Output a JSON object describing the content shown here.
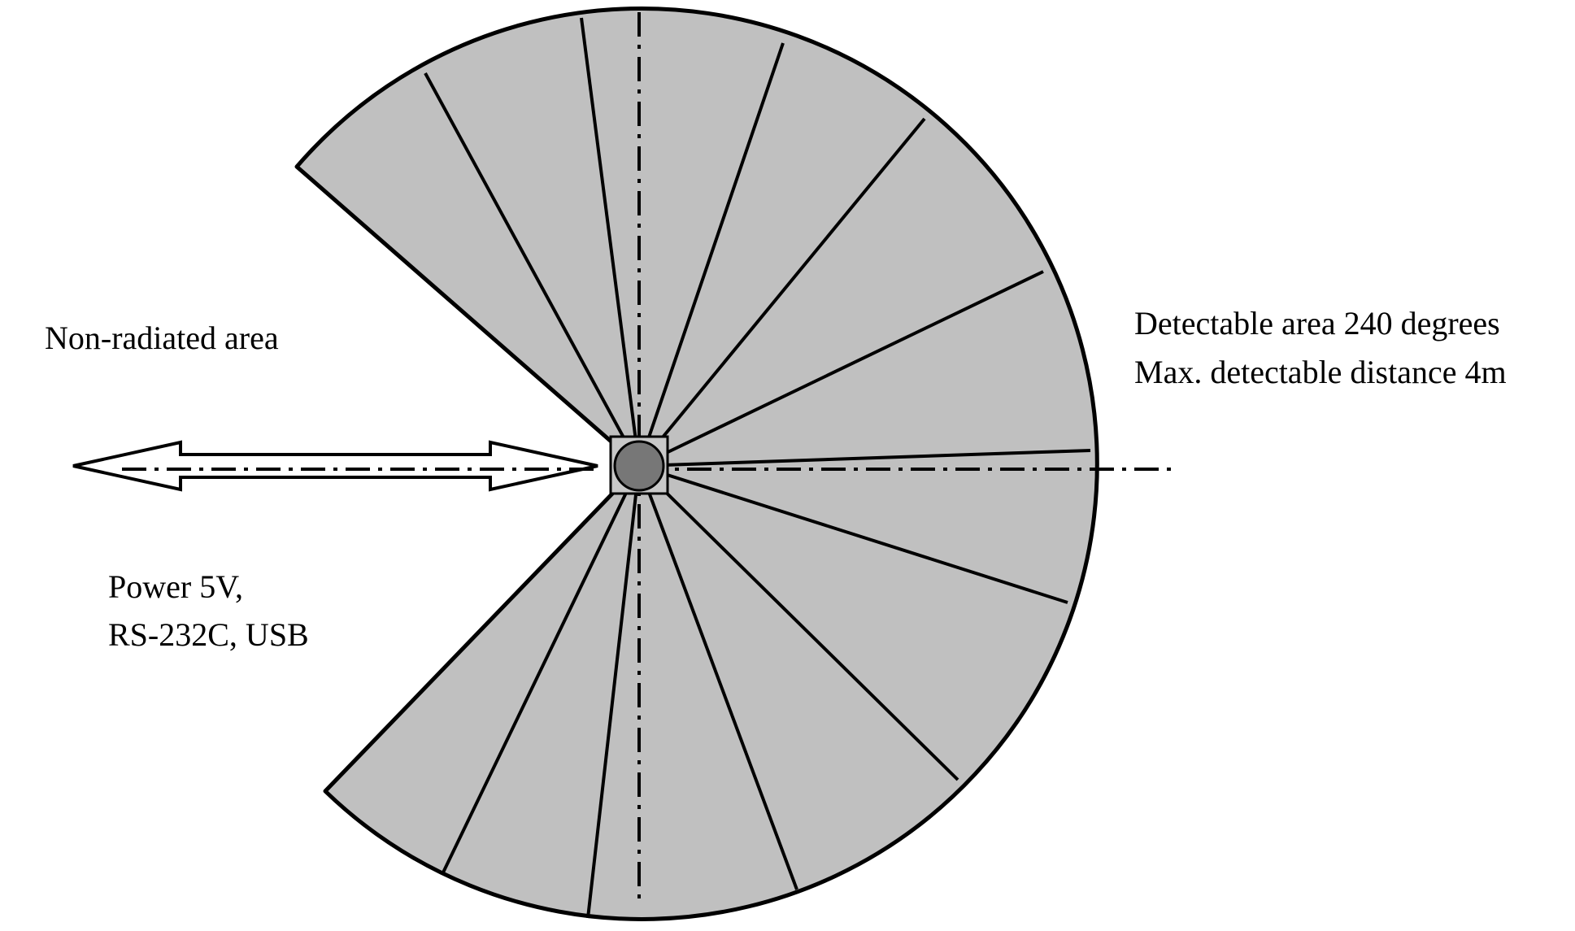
{
  "labels": {
    "non_radiated": "Non-radiated area",
    "detectable_area": "Detectable area 240 degrees",
    "max_distance": "Max. detectable distance 4m",
    "power": "Power 5V,",
    "interfaces": "RS-232C, USB"
  },
  "sensor": {
    "detectable_angle_deg": 240,
    "max_distance_m": 4
  },
  "colors": {
    "sector_fill": "#c0c0c0",
    "sensor_body": "#c8c8c8",
    "sensor_lens": "#777777",
    "stroke": "#000000"
  }
}
